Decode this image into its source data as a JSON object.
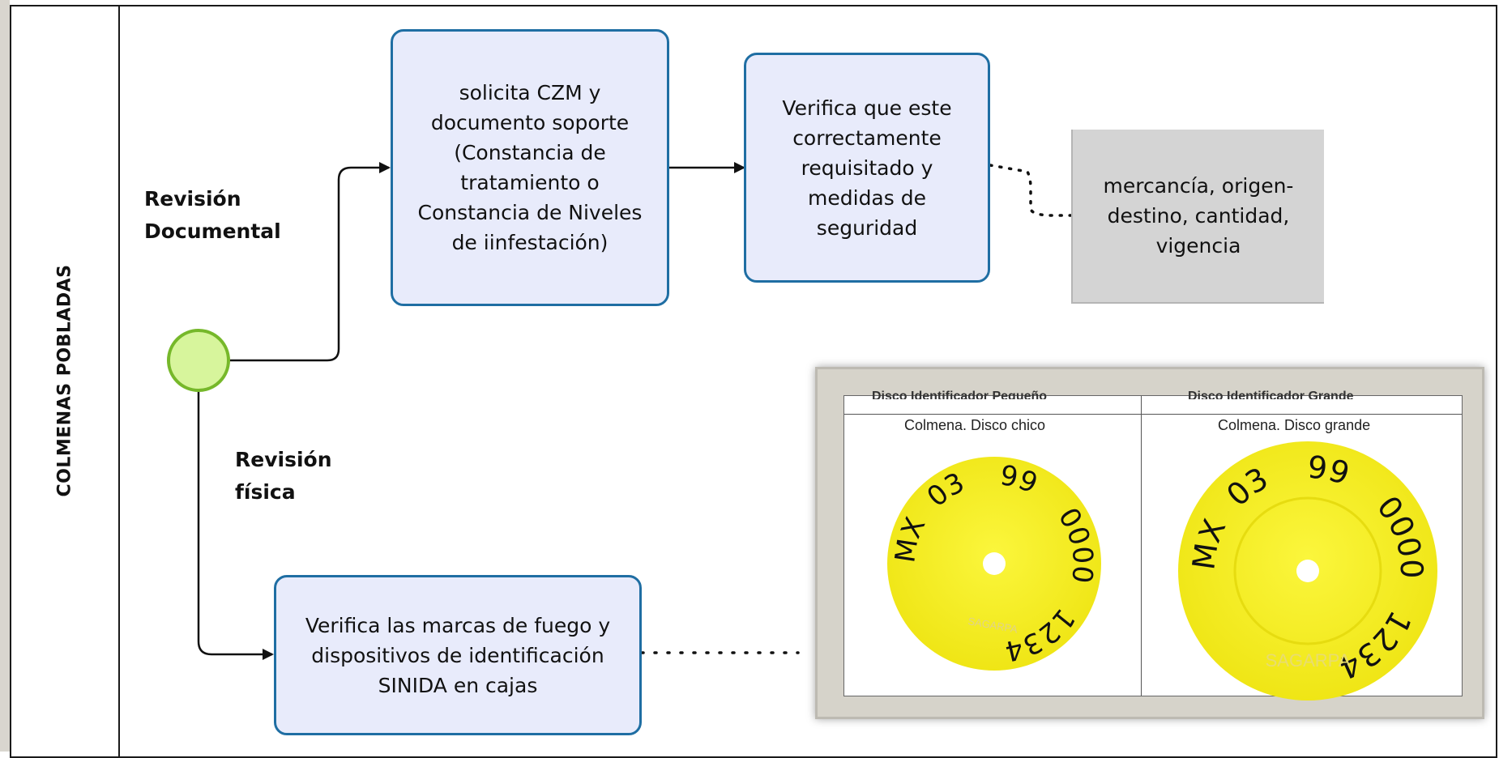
{
  "lane": {
    "title": "COLMENAS POBLADAS"
  },
  "gateway_labels": {
    "documental": "Revisión\nDocumental",
    "fisica": "Revisión\nfísica"
  },
  "tasks": {
    "solicita": "solicita CZM y documento soporte (Constancia de tratamiento o Constancia de Niveles de iinfestación)",
    "verifica_requisitado": "Verifica que este correctamente requisitado  y medidas de seguridad",
    "verifica_marcas": "Verifica las marcas de fuego y dispositivos de identificación SINIDA en cajas"
  },
  "annotation": {
    "text": "mercancía, origen-destino, cantidad, vigencia"
  },
  "image": {
    "header_left": "Disco Identificador Pequeño",
    "header_right": "Disco Identificador Grande",
    "caption_left": "Colmena. Disco chico",
    "caption_right": "Colmena. Disco grande",
    "disc_small": {
      "mx": "MX",
      "code1": "03",
      "code2": "99",
      "code3": "0000",
      "code4": "1234",
      "brand": "SAGARPA"
    },
    "disc_large": {
      "mx": "MX",
      "code1": "03",
      "code2": "99",
      "code3": "0000",
      "code4": "1234",
      "brand": "SAGARPA"
    }
  },
  "colors": {
    "task_fill": "#e8ebfb",
    "task_border": "#1f6ea3",
    "start_fill": "#d7f59c",
    "start_border": "#76b82a",
    "annotation_fill": "#d4d4d4",
    "disc_yellow": "#f7f21a"
  }
}
